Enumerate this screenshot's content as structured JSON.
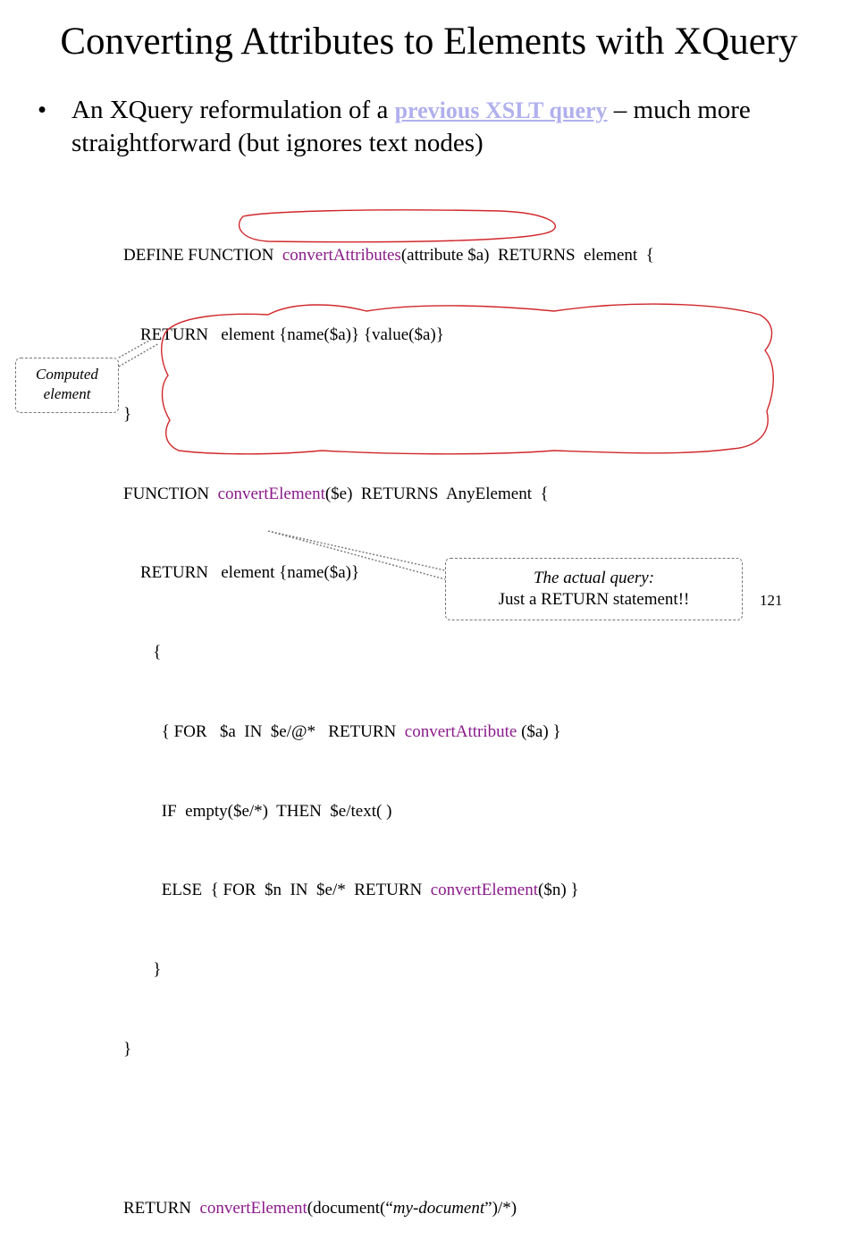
{
  "slide": {
    "title": "Converting Attributes to Elements with XQuery",
    "bullet": {
      "marker": "•",
      "text_before": "An XQuery reformulation of a ",
      "link_text": "previous XSLT query",
      "text_after": " –  much more straightforward (but ignores text nodes)"
    },
    "code": {
      "line1": {
        "a": "DEFINE FUNCTION  ",
        "fn": "convertAttributes",
        "b": "(attribute $a)  RETURNS  element  {"
      },
      "line2": "    RETURN   element {name($a)} {value($a)}",
      "line3": "}",
      "line4": {
        "a": "FUNCTION  ",
        "fn": "convertElement",
        "b": "($e)  RETURNS  AnyElement  {"
      },
      "line5": "    RETURN   element {name($a)}",
      "line6": "       {",
      "line7": {
        "a": "         { FOR   $a  IN  $e/@*   RETURN  ",
        "fn": "convertAttribute",
        "b": " ($a) }"
      },
      "line8": "         IF  empty($e/*)  THEN  $e/text( )",
      "line9": {
        "a": "         ELSE  { FOR  $n  IN  $e/*  RETURN  ",
        "fn": "convertElement",
        "b": "($n) }"
      },
      "line10": "       }",
      "line11": "}",
      "line13": {
        "a": "RETURN  ",
        "fn": "convertElement",
        "b": "(document(“",
        "italic": "my-document",
        "c": "”)/*)"
      }
    },
    "callouts": {
      "computed": {
        "line1": "Computed",
        "line2": "element"
      },
      "actual": {
        "line1": "The actual query:",
        "line2_a": "Just a ",
        "line2_sc": "RETURN",
        "line2_b": " statement!!"
      }
    },
    "page_number": "121",
    "colors": {
      "function": "#8a1a8a",
      "link": "#b0b0ee",
      "callout_border": "#777777"
    }
  }
}
